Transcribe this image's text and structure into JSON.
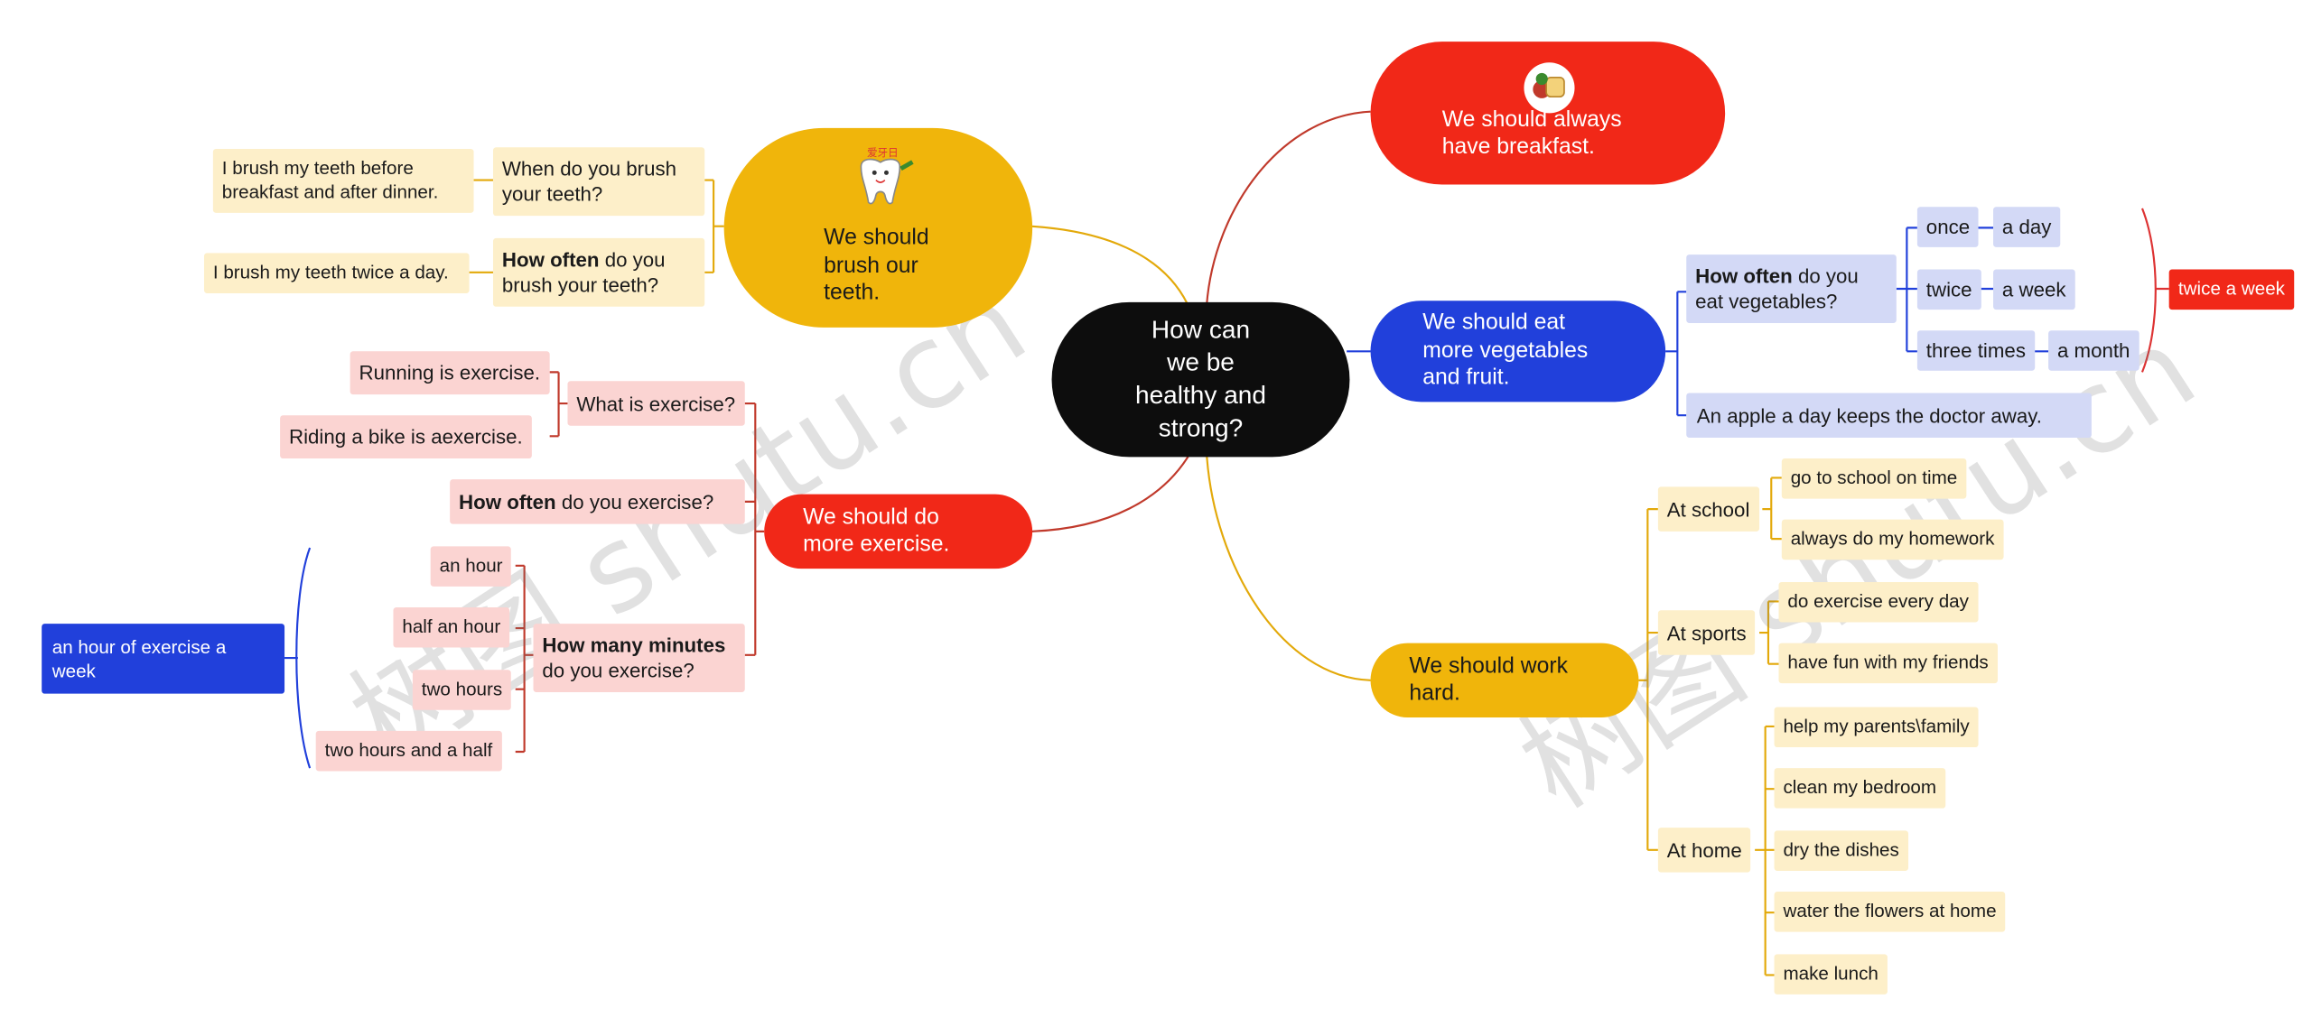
{
  "root": {
    "label": "How can\nwe be\nhealthy and\nstrong?",
    "color": "#0d0d0d"
  },
  "branches": {
    "breakfast": {
      "label": "We should always\nhave breakfast.",
      "color": "#f12818",
      "icon": "toast-icon"
    },
    "vegetables": {
      "label": "We should eat\nmore vegetables\nand fruit.",
      "color": "#2140db",
      "question_bold": "How often",
      "question_rest": " do you\neat vegetables?",
      "frequencies": [
        {
          "count": "once",
          "period": "a  day"
        },
        {
          "count": "twice",
          "period": "a week"
        },
        {
          "count": "three times",
          "period": "a month"
        }
      ],
      "summary": "twice a week",
      "proverb": "An apple a day keeps the doctor away."
    },
    "work": {
      "label": "We should work\nhard.",
      "color": "#f0b50b",
      "groups": [
        {
          "place": "At school",
          "items": [
            "go to school on time",
            "always do my homework"
          ]
        },
        {
          "place": "At sports",
          "items": [
            "do exercise every day",
            "have fun with my friends"
          ]
        },
        {
          "place": "At home",
          "items": [
            "help my parents\\family",
            "clean my bedroom",
            "dry the dishes",
            "water the flowers at home",
            "make lunch"
          ]
        }
      ]
    },
    "teeth": {
      "label": "We should\n brush our\nteeth.",
      "color": "#f0b50b",
      "icon": "tooth-icon",
      "icon_text": "爱牙日",
      "q_when": "When do you brush\nyour teeth?",
      "a_when": "I brush my teeth before\nbreakfast and after dinner.",
      "q_often_bold": "How often",
      "q_often_rest": " do you\nbrush your teeth?",
      "a_often": "I brush my teeth twice a day."
    },
    "exercise": {
      "label": "We should do\nmore exercise.",
      "color": "#f12818",
      "q_what": "What is exercise?",
      "a_what": [
        "Running is exercise.",
        "Riding a bike is aexercise."
      ],
      "q_often_bold": "How often",
      "q_often_rest": " do you exercise?",
      "q_minutes_bold": "How many minutes",
      "q_minutes_rest": "\n do you exercise?",
      "durations": [
        "an hour",
        "half an hour",
        "two hours",
        "two hours and a  half"
      ],
      "summary": "an  hour of exercise a\nweek"
    }
  },
  "watermarks": [
    "树图 shutu.cn",
    "树图 shutu.cn"
  ]
}
